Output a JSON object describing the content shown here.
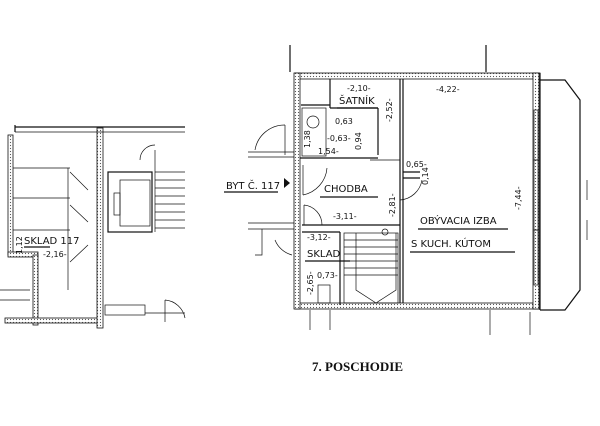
{
  "floor_title": "7. POSCHODIE",
  "unit": {
    "name": "BYT Č. 117",
    "rooms": {
      "wardrobe": "ŠATNÍK",
      "corridor": "CHODBA",
      "living_1": "OBÝVACIA IZBA",
      "living_2": "S KUCH. KÚTOM",
      "storage": "SKLAD"
    },
    "dimensions": {
      "wardrobe_width": "-2,10-",
      "wardrobe_height": "-2,52-",
      "living_width": "-4,22-",
      "living_height": "-7,44-",
      "bath_a": "0,63",
      "bath_b": "-0,63-",
      "bath_c": "0,94",
      "bath_d": "1,54-",
      "bath_e": "1,38",
      "niche_w": "0,65-",
      "niche_h": "0,14",
      "corridor_h": "-2,81-",
      "corridor_w": "-3,11-",
      "storage_w": "-3,12-",
      "storage_h": "-2,65-",
      "storage_b": "0,73-"
    }
  },
  "left_block": {
    "storage_label": "SKLAD 117",
    "storage_w": "-2,16-",
    "storage_h": "1,12"
  }
}
